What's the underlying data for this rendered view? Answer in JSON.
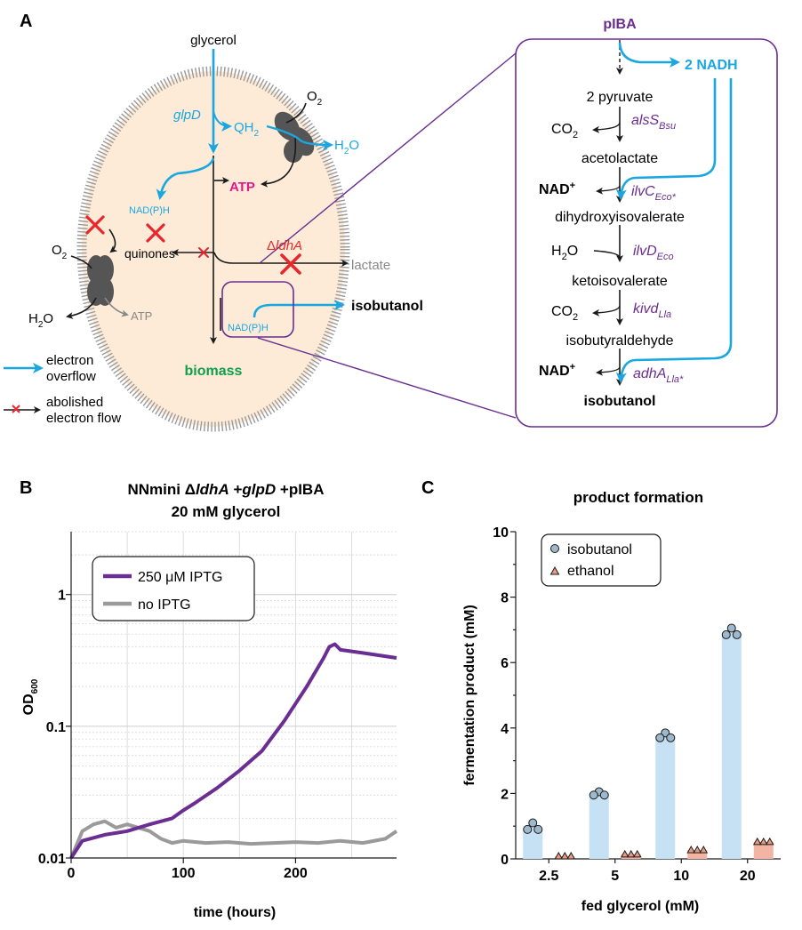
{
  "panelA": {
    "letter": "A",
    "glycerol": "glycerol",
    "glpD": "glpD",
    "QH2_base": "QH",
    "QH2_sub": "2",
    "O2_top_base": "O",
    "O2_top_sub": "2",
    "H2O_top_base": "H",
    "H2O_top_sub": "2",
    "H2O_top_end": "O",
    "ATP": "ATP",
    "NADPH_left": "NAD(P)H",
    "quinones": "quinones",
    "O2_left_base": "O",
    "O2_left_sub": "2",
    "delta": "Δ",
    "ldhA": "ldhA",
    "lactate": "lactate",
    "H2O_left_base": "H",
    "H2O_left_sub": "2",
    "H2O_left_end": "O",
    "ATP_gray": "ATP",
    "NADPH_box": "NAD(P)H",
    "isobutanol": "isobutanol",
    "biomass": "biomass",
    "legend_overflow_1": "electron",
    "legend_overflow_2": "overflow",
    "legend_abolished_1": "abolished",
    "legend_abolished_2": "electron flow",
    "colors": {
      "blue": "#1aa7e0",
      "purple": "#6a2d91",
      "red": "#e8262c",
      "magenta": "#e0198b",
      "green": "#0e9f4c"
    }
  },
  "pathway": {
    "pIBA": "pIBA",
    "nadh": "2 NADH",
    "pyruvate": "2 pyruvate",
    "co2_1_base": "CO",
    "co2_1_sub": "2",
    "alsS": "alsS",
    "alsS_sub": "Bsu",
    "acetolactate": "acetolactate",
    "nad_1": "NAD",
    "nad_plus": "+",
    "ilvC": "ilvC",
    "ilvC_sub": "Eco*",
    "dihydroxyisovalerate": "dihydroxyisovalerate",
    "h2o_base": "H",
    "h2o_sub": "2",
    "h2o_end": "O",
    "ilvD": "ilvD",
    "ilvD_sub": "Eco",
    "ketoisovalerate": "ketoisovalerate",
    "co2_2_base": "CO",
    "co2_2_sub": "2",
    "kivd": "kivd",
    "kivd_sub": "Lla",
    "isobutyraldehyde": "isobutyraldehyde",
    "nad_2": "NAD",
    "nad_plus_2": "+",
    "adhA": "adhA",
    "adhA_sub": "Lla*",
    "isobutanol": "isobutanol"
  },
  "panelB": {
    "letter": "B",
    "title_1a": "NNmini Δ",
    "title_1b": "ldhA",
    "title_1c": " +",
    "title_1d": "glpD",
    "title_1e": " +pIBA",
    "title_2": "20 mM glycerol",
    "ylabel": "OD",
    "ylabel_sub": "600",
    "xlabel": "time (hours)",
    "legend": [
      "250 μM IPTG",
      "no IPTG"
    ],
    "xticks": [
      "0",
      "100",
      "200"
    ],
    "yticks": [
      "0.01",
      "0.1",
      "1"
    ]
  },
  "panelC": {
    "letter": "C",
    "title": "product formation",
    "ylabel": "fermentation product (mM)",
    "xlabel": "fed glycerol (mM)",
    "legend": [
      "isobutanol",
      "ethanol"
    ],
    "yticks": [
      "0",
      "2",
      "4",
      "6",
      "8",
      "10"
    ],
    "categories": [
      "2.5",
      "5",
      "10",
      "20"
    ]
  },
  "chart_data": [
    {
      "type": "line",
      "title": "NNmini ΔldhA +glpD +pIBA 20 mM glycerol",
      "xlabel": "time (hours)",
      "ylabel": "OD600",
      "yscale": "log",
      "xlim": [
        0,
        290
      ],
      "ylim": [
        0.01,
        3
      ],
      "grid": true,
      "legend_position": "top-left",
      "series": [
        {
          "name": "250 μM IPTG",
          "color": "#6a2d91",
          "x": [
            0,
            10,
            30,
            50,
            70,
            90,
            100,
            110,
            130,
            150,
            170,
            190,
            210,
            225,
            230,
            235,
            240,
            260,
            290
          ],
          "y": [
            0.01,
            0.0135,
            0.015,
            0.016,
            0.018,
            0.02,
            0.023,
            0.026,
            0.034,
            0.046,
            0.065,
            0.11,
            0.2,
            0.33,
            0.4,
            0.42,
            0.38,
            0.36,
            0.33
          ]
        },
        {
          "name": "no IPTG",
          "color": "#9a9a9a",
          "x": [
            0,
            10,
            20,
            30,
            40,
            50,
            60,
            70,
            80,
            90,
            100,
            120,
            140,
            160,
            180,
            200,
            220,
            240,
            260,
            280,
            290
          ],
          "y": [
            0.01,
            0.016,
            0.018,
            0.019,
            0.017,
            0.018,
            0.017,
            0.016,
            0.014,
            0.013,
            0.0135,
            0.013,
            0.0132,
            0.0128,
            0.013,
            0.0132,
            0.013,
            0.0135,
            0.013,
            0.014,
            0.016
          ]
        }
      ]
    },
    {
      "type": "bar",
      "title": "product formation",
      "xlabel": "fed glycerol (mM)",
      "ylabel": "fermentation product (mM)",
      "ylim": [
        0,
        10
      ],
      "categories": [
        "2.5",
        "5",
        "10",
        "20"
      ],
      "legend_position": "top-left",
      "series": [
        {
          "name": "isobutanol",
          "color": "#c6e0f4",
          "values": [
            0.95,
            2.0,
            3.75,
            6.9
          ],
          "points": [
            [
              1.1,
              0.9,
              0.9
            ],
            [
              2.05,
              1.95,
              1.95
            ],
            [
              3.85,
              3.7,
              3.7
            ],
            [
              7.05,
              6.85,
              6.85
            ]
          ]
        },
        {
          "name": "ethanol",
          "color": "#f2b4a3",
          "values": [
            0.08,
            0.14,
            0.27,
            0.52
          ],
          "points": [
            [
              0.08,
              0.08,
              0.08
            ],
            [
              0.14,
              0.14,
              0.14
            ],
            [
              0.27,
              0.27,
              0.27
            ],
            [
              0.52,
              0.52,
              0.52
            ]
          ]
        }
      ]
    }
  ]
}
